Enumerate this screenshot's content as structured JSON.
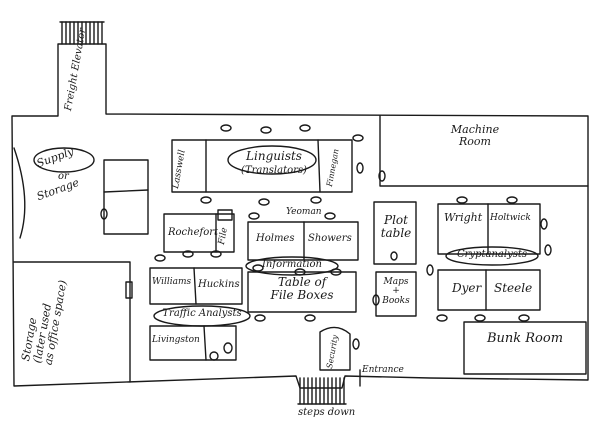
{
  "labels": {
    "freight_elevator": "Freight Elevator",
    "machine_room": "Machine Room",
    "supply": "Supply",
    "or": "or",
    "storage_top": "Storage",
    "lasswell": "Lasswell",
    "linguists": "Linguists",
    "translators": "(Translators)",
    "finnegan": "Finnegan",
    "yeoman": "Yeoman",
    "rochefort": "Rochefort",
    "file": "File",
    "holmes": "Holmes",
    "showers": "Showers",
    "information": "Information",
    "table_of_file_boxes_1": "Table of",
    "table_of_file_boxes_2": "File Boxes",
    "plot_table_1": "Plot",
    "plot_table_2": "table",
    "maps_books_1": "Maps",
    "maps_books_2": "+",
    "maps_books_3": "Books",
    "wright": "Wright",
    "holtwick": "Holtwick",
    "cryptanalysts": "Cryptanalysts",
    "dyer": "Dyer",
    "steele": "Steele",
    "storage_lower_1": "Storage",
    "storage_lower_2": "(later used",
    "storage_lower_3": "as office space)",
    "williams": "Williams",
    "huckins": "Huckins",
    "traffic_analysts": "Traffic Analysts",
    "livingston": "Livingston",
    "security": "Security",
    "entrance": "Entrance",
    "steps_down": "steps down",
    "bunk_room": "Bunk Room"
  }
}
